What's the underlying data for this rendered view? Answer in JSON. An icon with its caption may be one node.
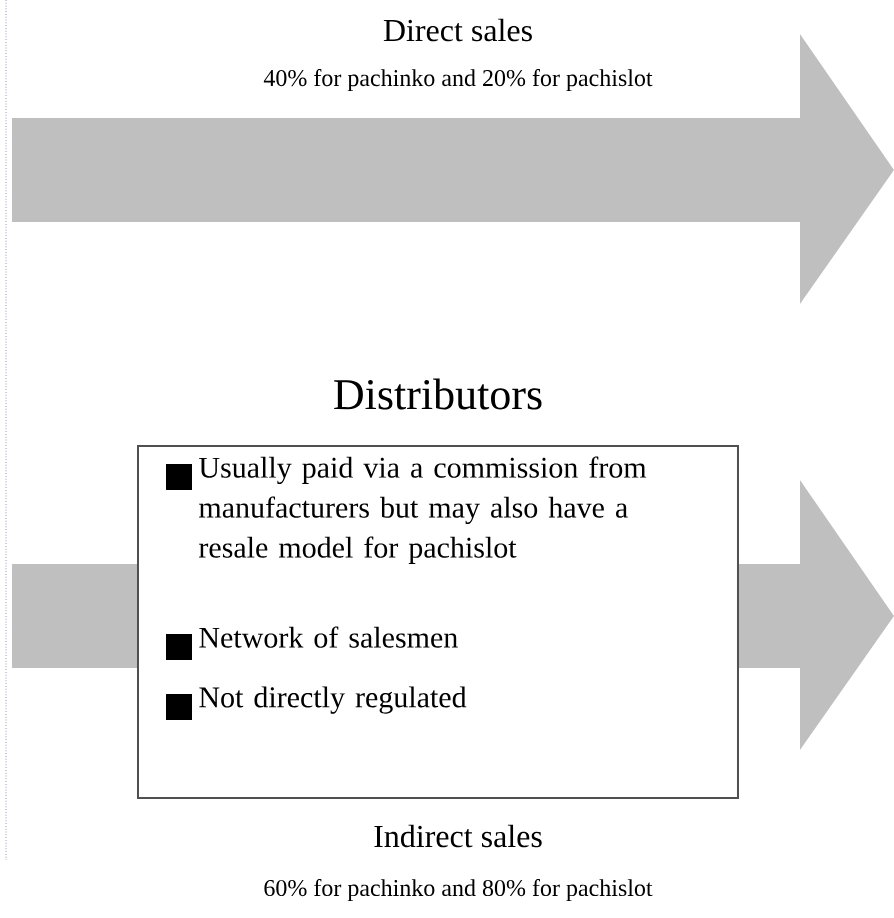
{
  "diagram": {
    "nodes": [
      {
        "text": [
          "Distributors",
          "Usually paid via a commission from manufacturers but may also have a resale model for pachislot",
          "Network of salesmen",
          "Not directly regulated"
        ]
      }
    ],
    "labels": [
      "Direct sales",
      "40% for pachinko and 20% for pachislot",
      "Indirect sales",
      "60% for pachinko and 80% for pachislot"
    ]
  }
}
